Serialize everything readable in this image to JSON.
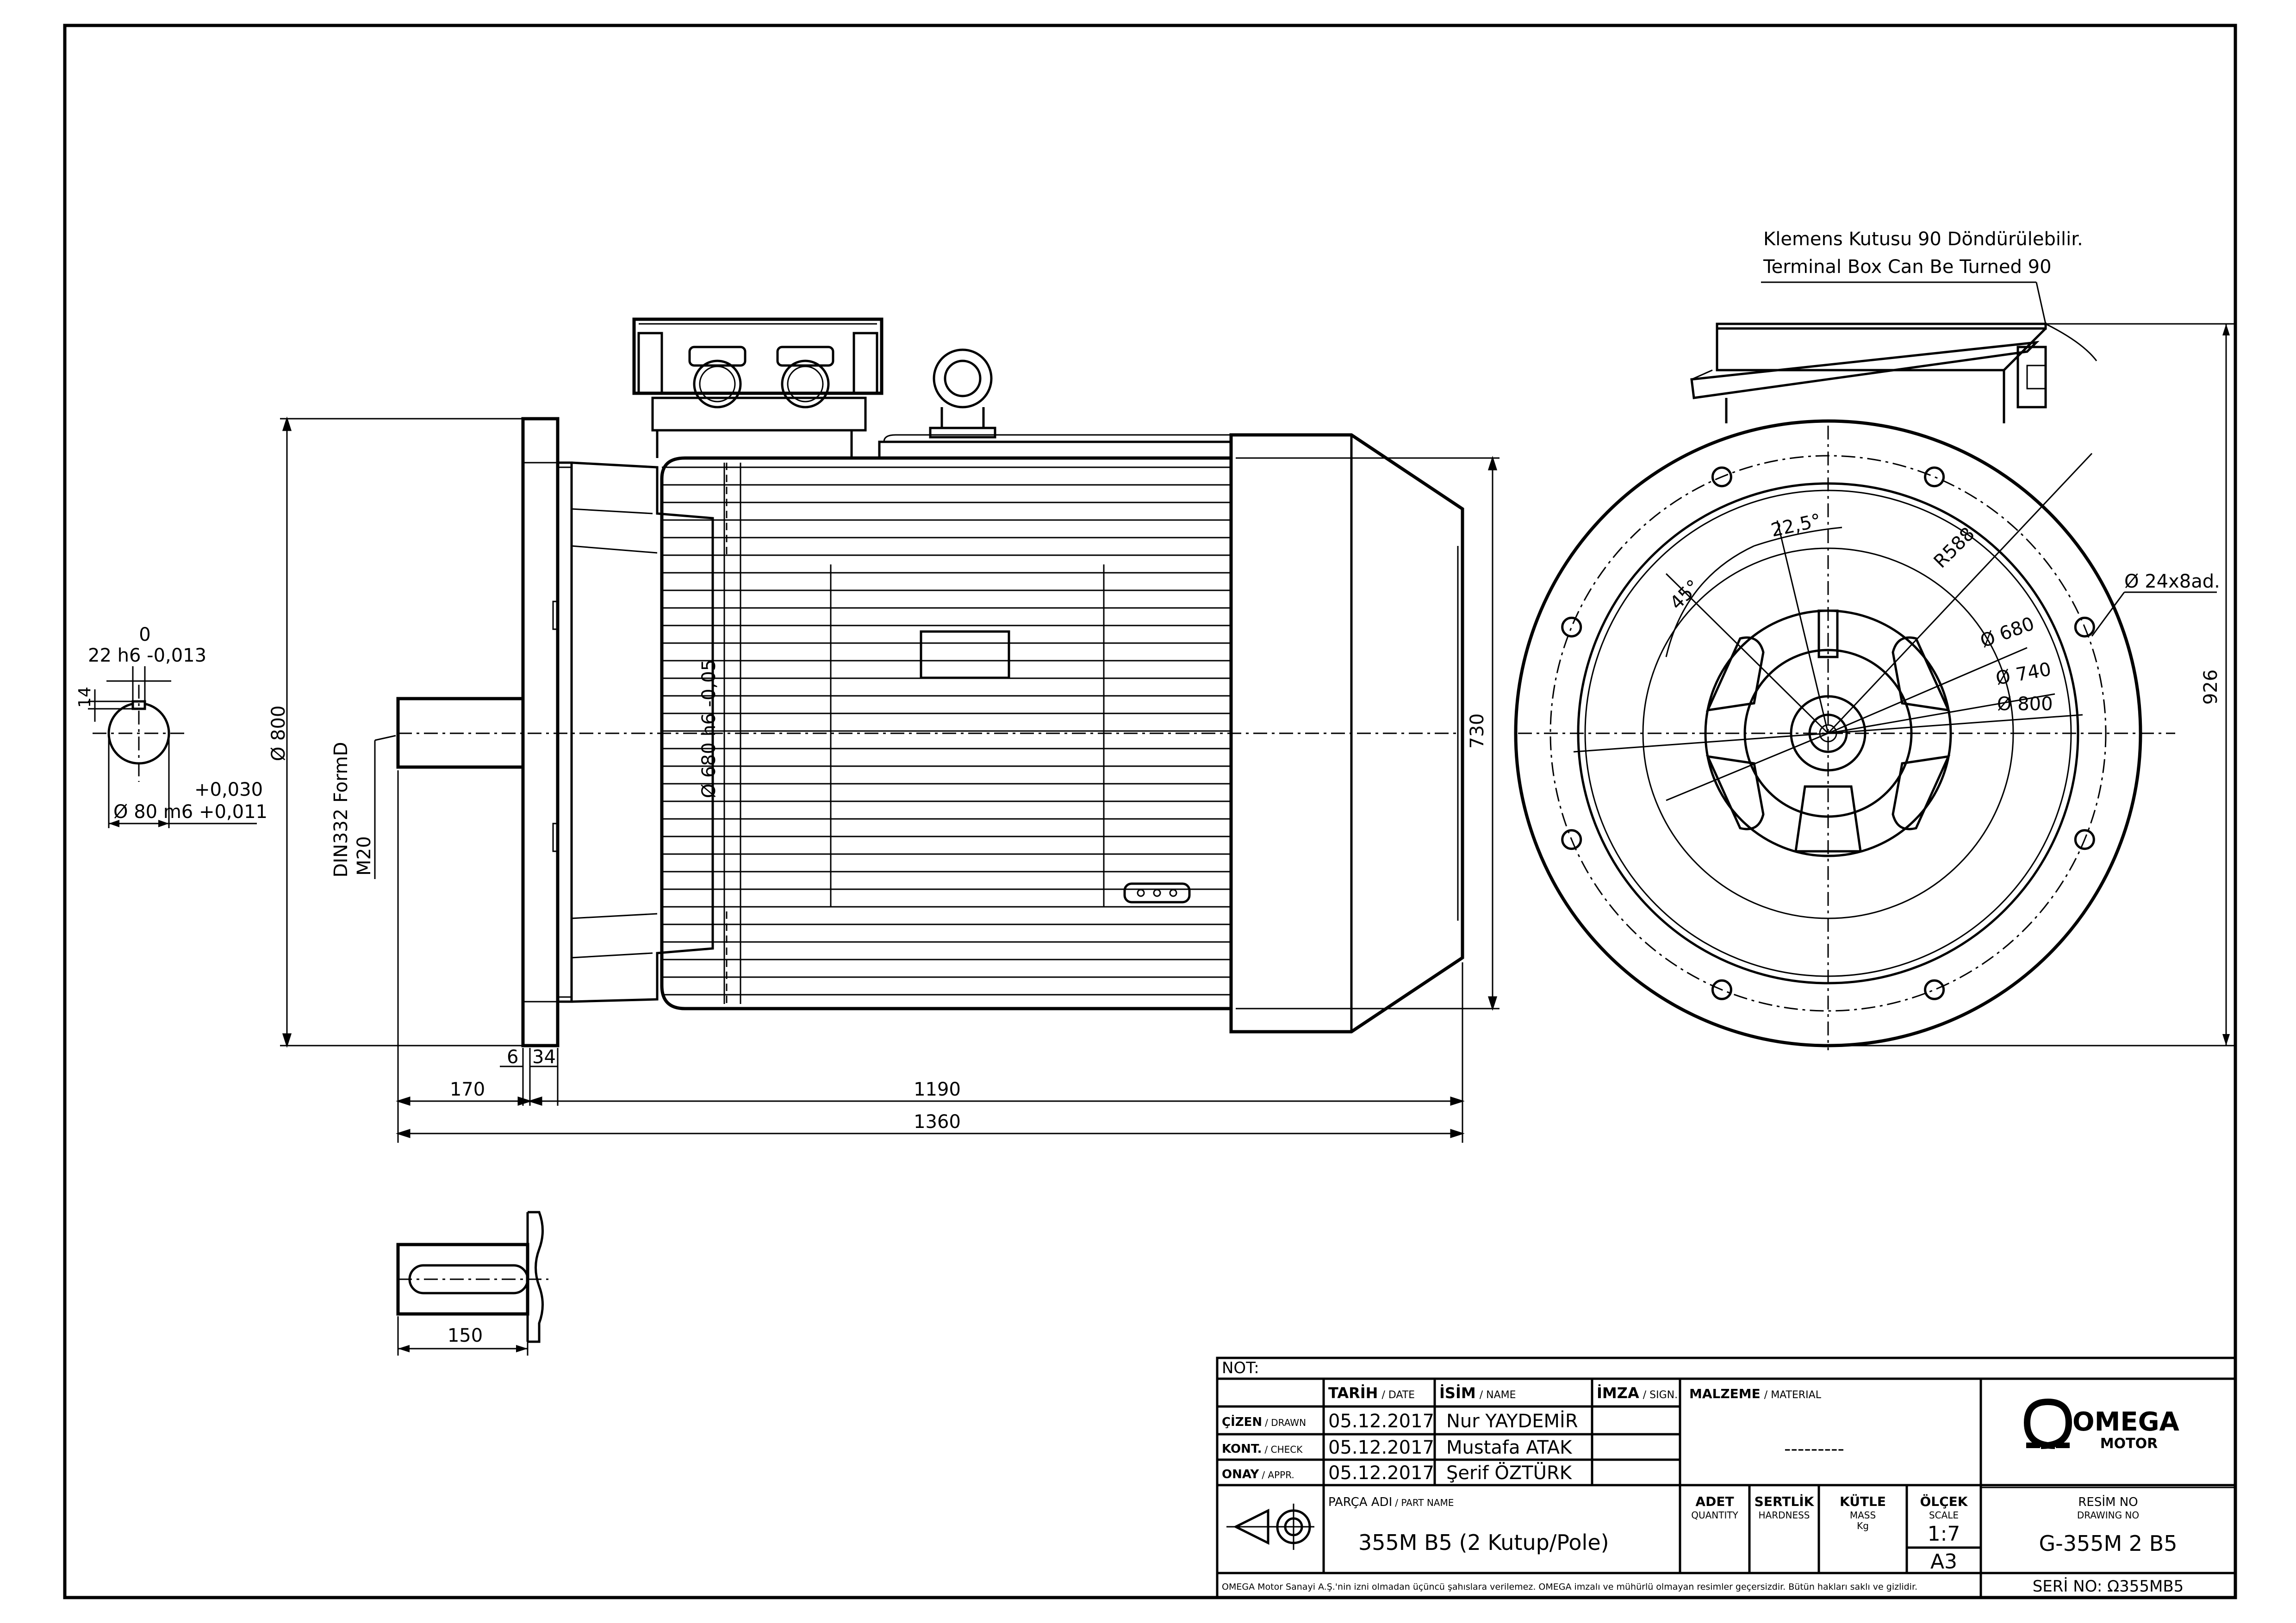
{
  "note_top": {
    "line1": "Klemens Kutusu 90 Döndürülebilir.",
    "line2": "Terminal Box Can Be Turned 90"
  },
  "dims": {
    "key_zero": "0",
    "key_tol": "22 h6 -0,013",
    "key_height": "14",
    "shaft_tol_upper": "+0,030",
    "shaft_tol": "Ø 80 m6 +0,011",
    "flange_dia": "Ø 800",
    "din": "DIN332 FormD",
    "thread": "M20",
    "spigot": "Ø 680 h6 -0,05",
    "height_730": "730",
    "d6": "6",
    "d34": "34",
    "d170": "170",
    "d1190": "1190",
    "d1360": "1360",
    "d150": "150",
    "holes": "Ø 24x8ad.",
    "r588": "R588",
    "a22": "22,5°",
    "a45": "45°",
    "d680": "Ø 680",
    "d740": "Ø 740",
    "d800": "Ø 800",
    "d926": "926"
  },
  "title_block": {
    "not_label": "NOT:",
    "date_h": "TARİH",
    "date_h_en": "/ DATE",
    "name_h": "İSİM",
    "name_h_en": "/ NAME",
    "sign_h": "İMZA",
    "sign_h_en": "/ SIGN.",
    "rows": [
      {
        "role": "ÇİZEN",
        "role_en": "/ DRAWN",
        "date": "05.12.2017",
        "name": "Nur YAYDEMİR"
      },
      {
        "role": "KONT.",
        "role_en": "/ CHECK",
        "date": "05.12.2017",
        "name": "Mustafa ATAK"
      },
      {
        "role": "ONAY",
        "role_en": "/ APPR.",
        "date": "05.12.2017",
        "name": "Şerif ÖZTÜRK"
      }
    ],
    "material_h": "MALZEME",
    "material_h_en": "/ MATERIAL",
    "material_value": "---------",
    "part_h": "PARÇA ADI",
    "part_h_en": "/ PART NAME",
    "part_value": "355M B5 (2 Kutup/Pole)",
    "qty_h": "ADET",
    "qty_h_en": "QUANTITY",
    "hard_h": "SERTLİK",
    "hard_h_en": "HARDNESS",
    "mass_h": "KÜTLE",
    "mass_h_en": "MASS",
    "mass_unit": "Kg",
    "scale_h": "ÖLÇEK",
    "scale_h_en": "SCALE",
    "scale_value": "1:7",
    "sheet_value": "A3",
    "drawing_no_h": "RESİM NO",
    "drawing_no_h_en": "DRAWING NO",
    "drawing_no": "G-355M 2 B5",
    "serial": "SERİ NO: Ω355MB5",
    "footer": "OMEGA Motor Sanayi A.Ş.'nin izni olmadan üçüncü şahıslara verilemez. OMEGA imzalı ve mühürlü olmayan resimler geçersizdir. Bütün hakları saklı ve gizlidir.",
    "logo_word": "OMEGA",
    "logo_sub": "MOTOR"
  }
}
